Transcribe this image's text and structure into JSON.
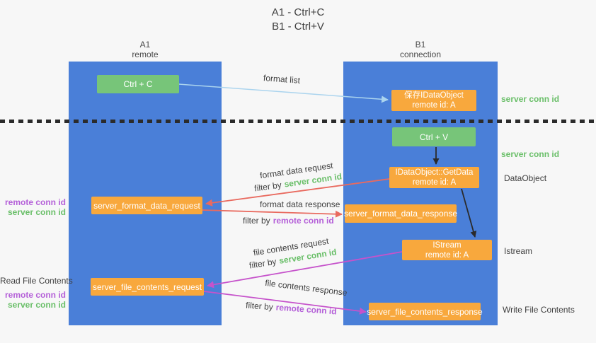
{
  "title": {
    "line1": "A1 - Ctrl+C",
    "line2": "B1 - Ctrl+V"
  },
  "columns": {
    "a1": {
      "name": "A1",
      "subtitle": "remote"
    },
    "b1": {
      "name": "B1",
      "subtitle": "connection"
    }
  },
  "boxes": {
    "ctrl_c": {
      "label": "Ctrl + C"
    },
    "save_idataobject": {
      "line1": "保存IDataObject",
      "line2": "remote id: A"
    },
    "ctrl_v": {
      "label": "Ctrl + V"
    },
    "getdata": {
      "line1": "IDataObject::GetData",
      "line2": "remote id: A"
    },
    "istream": {
      "line1": "IStream",
      "line2": "remote id: A"
    },
    "server_format_data_request": {
      "label": "server_format_data_request"
    },
    "server_format_data_response": {
      "label": "server_format_data_response"
    },
    "server_file_contents_request": {
      "label": "server_file_contents_request"
    },
    "server_file_contents_response": {
      "label": "server_file_contents_response"
    }
  },
  "arrow_labels": {
    "format_list": "format list",
    "format_data_request": "format data request",
    "format_data_response": "format data response",
    "file_contents_request": "file contents request",
    "file_contents_response": "file contents response",
    "filter_by": "filter by",
    "server_conn_id": "server conn id",
    "remote_conn_id": "remote conn id"
  },
  "annotations": {
    "left": {
      "remote_conn_id_1": "remote conn id",
      "server_conn_id_1": "server conn id",
      "read_file_contents": "Read File Contents",
      "remote_conn_id_2": "remote conn id",
      "server_conn_id_2": "server conn id"
    },
    "right": {
      "server_conn_id_1": "server conn id",
      "server_conn_id_2": "server conn id",
      "dataobject": "DataObject",
      "istream": "Istream",
      "write_file_contents": "Write File Contents"
    }
  },
  "colors": {
    "column_blue": "#4a7fd8",
    "box_green": "#77c579",
    "box_orange": "#f8a83d",
    "green_text": "#6abf69",
    "purple_text": "#b45fd8",
    "arrow_red": "#e96a5f",
    "arrow_magenta": "#c653cb",
    "arrow_lightblue": "#abd4ee",
    "arrow_black": "#2b2b2b",
    "background": "#f7f7f7",
    "text_dark": "#3f3f3f"
  }
}
